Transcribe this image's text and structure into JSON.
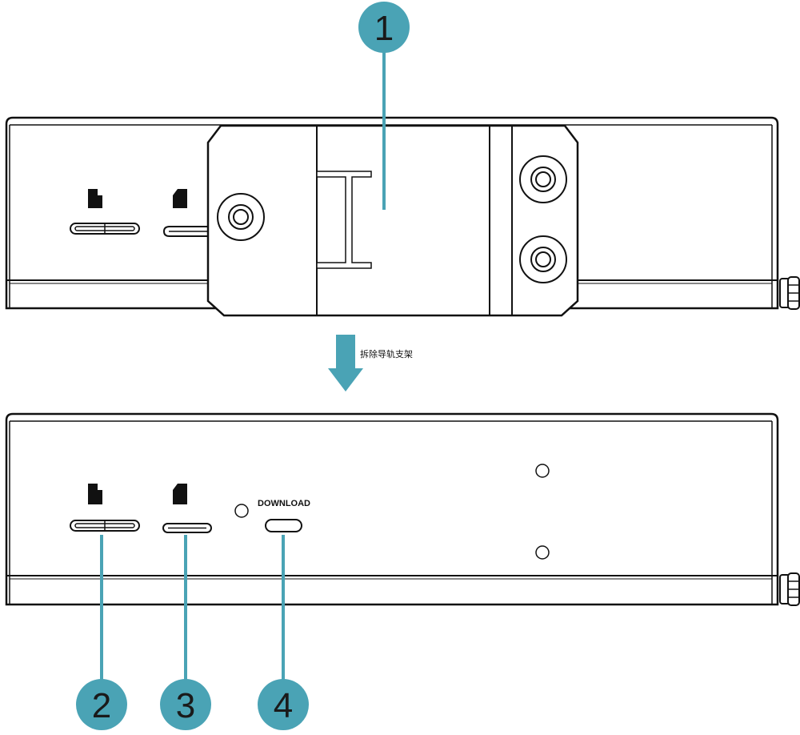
{
  "callouts": [
    {
      "number": "1"
    },
    {
      "number": "2"
    },
    {
      "number": "3"
    },
    {
      "number": "4"
    }
  ],
  "arrow_label": "拆除导轨支架",
  "port_label": "DOWNLOAD",
  "colors": {
    "callout": "#4aa3b5",
    "outline": "#111111",
    "background": "#ffffff"
  }
}
